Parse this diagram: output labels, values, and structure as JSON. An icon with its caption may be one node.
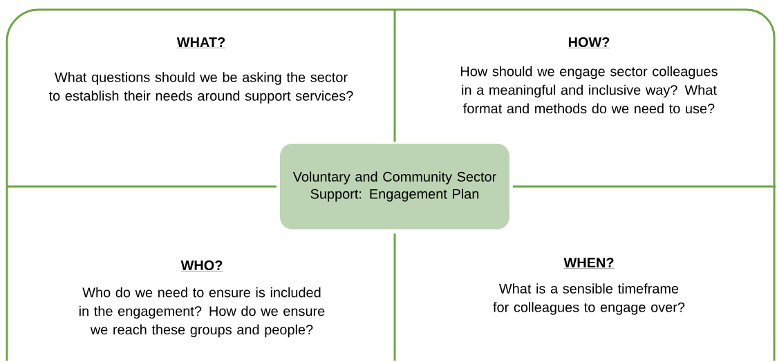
{
  "diagram": {
    "nodes": [
      {
        "text": [
          "Voluntary and Community Sector Support: Engagement Plan"
        ]
      }
    ],
    "labels": [
      "WHAT?",
      "What questions should we be asking the sector to establish their needs around support services?",
      "HOW?",
      "How should we engage sector colleagues in a meaningful and inclusive way? What format and methods do we need to use?",
      "WHO?",
      "Who do we need to ensure is included in the engagement? How do we ensure we reach these groups and people?",
      "WHEN?",
      "What is a sensible timeframe for colleagues to engage over?"
    ]
  }
}
